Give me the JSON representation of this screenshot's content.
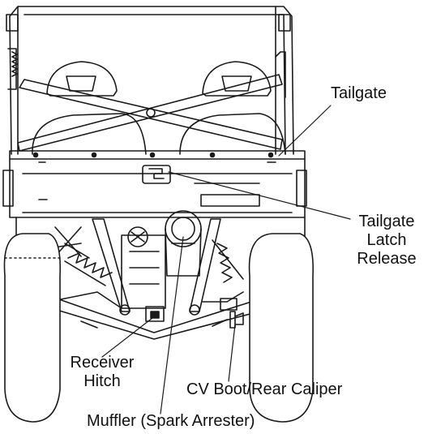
{
  "labels": {
    "tailgate": "Tailgate",
    "latch_line1": "Tailgate",
    "latch_line2": "Latch",
    "latch_line3": "Release",
    "hitch_line1": "Receiver",
    "hitch_line2": "Hitch",
    "cv_boot": "CV Boot/Rear Caliper",
    "muffler": "Muffler (Spark Arrester)"
  },
  "colors": {
    "line": "#1a1a1a",
    "tire_fill": "#ffffff",
    "shade": "#555555"
  }
}
